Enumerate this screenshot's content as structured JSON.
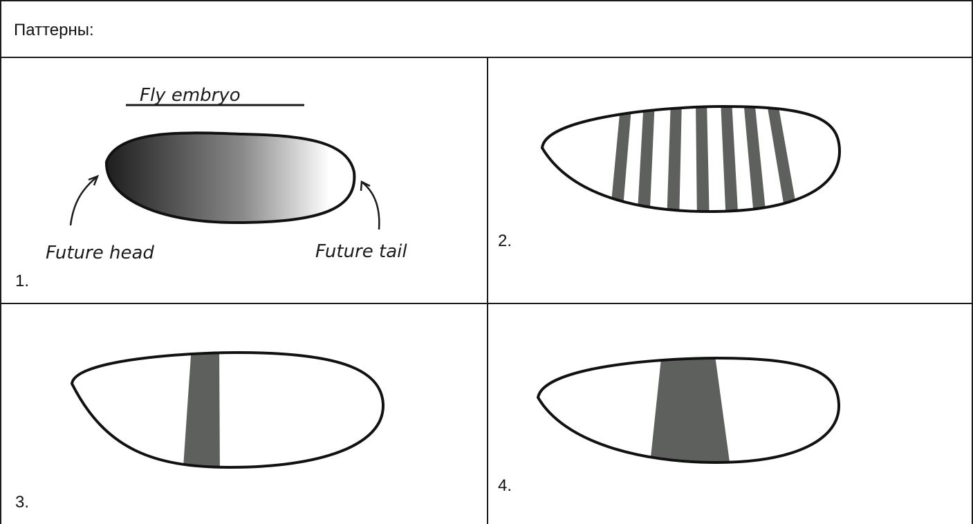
{
  "header": {
    "title": "Паттерны:"
  },
  "panels": [
    {
      "number": "1.",
      "title": "Fly embryo",
      "label_left": "Future head",
      "label_right": "Future tail",
      "gradient": {
        "from": "#1e1e1e",
        "to": "#ffffff",
        "direction": "head-to-tail"
      }
    },
    {
      "number": "2.",
      "stripe_count": 7
    },
    {
      "number": "3.",
      "stripe_count": 1
    },
    {
      "number": "4.",
      "stripe_count": 1
    }
  ],
  "colors": {
    "stripe": "#5e605e",
    "outline": "#111111",
    "border": "#1a1a1a"
  }
}
